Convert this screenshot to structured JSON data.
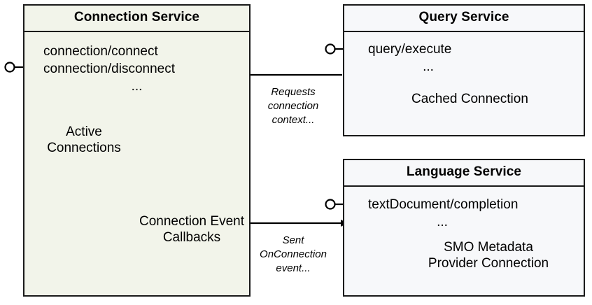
{
  "diagram": {
    "title": "Service architecture interaction diagram",
    "background": "#ffffff",
    "stroke": "#1a1a1a",
    "cylinder_stroke": "#4d4d4d"
  },
  "nodes": {
    "connection_service": {
      "title": "Connection Service",
      "fill": "#f2f4ea",
      "interfaces": [
        "connection/connect",
        "connection/disconnect"
      ],
      "ellipsis": "...",
      "active_connections_label": "Active\nConnections",
      "callbacks_label": "Connection\nEvent\nCallbacks",
      "table": {
        "rows": 5,
        "cols": 2
      },
      "cylinder_count": 4
    },
    "query_service": {
      "title": "Query Service",
      "fill": "#f7f8fa",
      "interfaces": [
        "query/execute"
      ],
      "ellipsis": "...",
      "store_label": "Cached Connection",
      "cylinder_count": 1
    },
    "language_service": {
      "title": "Language Service",
      "fill": "#f7f8fa",
      "interfaces": [
        "textDocument/completion"
      ],
      "ellipsis": "...",
      "store_label": "SMO Metadata\nProvider Connection",
      "cylinder_count": 1
    }
  },
  "edges": [
    {
      "id": "requests-connection-context",
      "from": "query_service",
      "to": "connection_service",
      "label": "Requests\nconnection\ncontext...",
      "direction": "left"
    },
    {
      "id": "sent-onconnection-event",
      "from": "connection_service",
      "to": "language_service",
      "label": "Sent\nOnConnection\nevent...",
      "direction": "right"
    }
  ],
  "lollipops": [
    {
      "id": "connection-service-lollipop",
      "owner": "connection_service"
    },
    {
      "id": "query-service-lollipop",
      "owner": "query_service"
    },
    {
      "id": "language-service-lollipop",
      "owner": "language_service"
    }
  ]
}
